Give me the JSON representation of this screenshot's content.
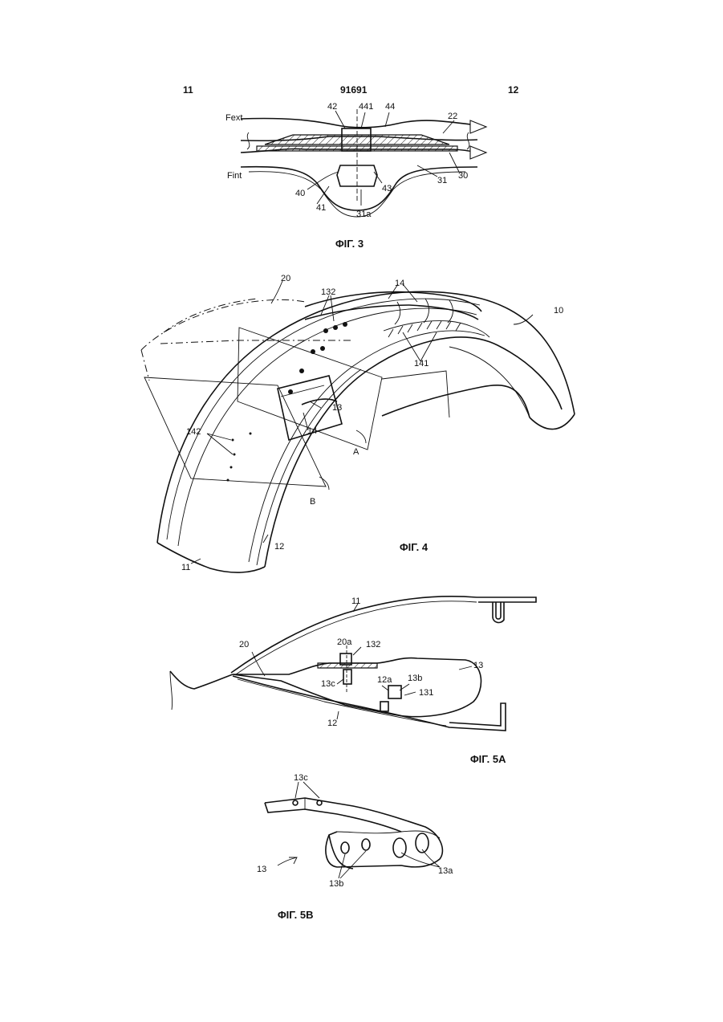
{
  "header": {
    "left_number": "11",
    "center_number": "91691",
    "right_number": "12"
  },
  "fig3": {
    "caption": "ΦΙΓ. 3",
    "flow_ext": "Fext",
    "flow_int": "Fint",
    "labels": [
      "42",
      "441",
      "44",
      "22",
      "30",
      "31",
      "31a",
      "43",
      "41",
      "40"
    ]
  },
  "fig4": {
    "caption": "ΦΙΓ. 4",
    "labels": [
      "20",
      "132",
      "14",
      "10",
      "141",
      "13",
      "14",
      "142",
      "A",
      "B",
      "12",
      "11"
    ]
  },
  "fig5a": {
    "caption": "ΦΙΓ. 5A",
    "labels": [
      "11",
      "20a",
      "132",
      "20",
      "13",
      "13c",
      "12a",
      "13b",
      "131",
      "12"
    ]
  },
  "fig5b": {
    "caption": "ΦΙΓ. 5B",
    "labels": [
      "13c",
      "13",
      "13b",
      "13a"
    ]
  }
}
